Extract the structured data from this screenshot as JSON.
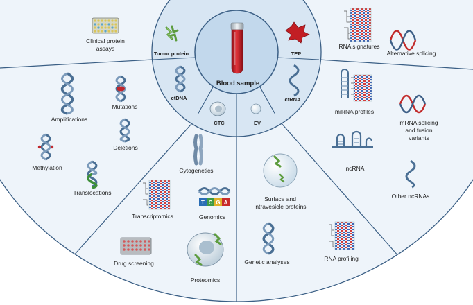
{
  "center": {
    "label": "Blood sample"
  },
  "inner": {
    "tumor_protein": "Tumor protein",
    "tep": "TEP",
    "ctdna": "ctDNA",
    "ctrna": "ctRNA",
    "ctc": "CTC",
    "ev": "EV"
  },
  "outer": {
    "clinical_protein_line1": "Clinical protein",
    "clinical_protein_line2": "assays",
    "rna_signatures": "RNA signatures",
    "alternative_splicing": "Alternative splicing",
    "amplifications": "Amplifications",
    "mutations": "Mutations",
    "deletions": "Deletions",
    "methylation": "Methylation",
    "translocations": "Translocations",
    "cytogenetics": "Cytogenetics",
    "transcriptomics": "Transcriptomics",
    "genomics": "Genomics",
    "drug_screening": "Drug screening",
    "proteomics": "Proteomics",
    "surface_line1": "Surface and",
    "surface_line2": "intravesicle proteins",
    "genetic_analyses": "Genetic analyses",
    "rna_profiling": "RNA profiling",
    "mirna_profiles": "miRNA profiles",
    "mrna_line1": "mRNA splicing",
    "mrna_line2": "and fusion",
    "mrna_line3": "variants",
    "lncrna": "lncRNA",
    "other_ncrnas": "Other ncRNAs",
    "tcga_letters": [
      "T",
      "C",
      "G",
      "A"
    ]
  },
  "colors": {
    "background_fill": "#eef4fa",
    "inner_ring": "#d8e6f3",
    "center_fill": "#c2d8ec",
    "border": "#3b5f85",
    "dna": "#4a6f94",
    "mutation_red": "#c0282e",
    "translocation_green": "#3e8f3a",
    "tube_red": "#c01f27"
  }
}
